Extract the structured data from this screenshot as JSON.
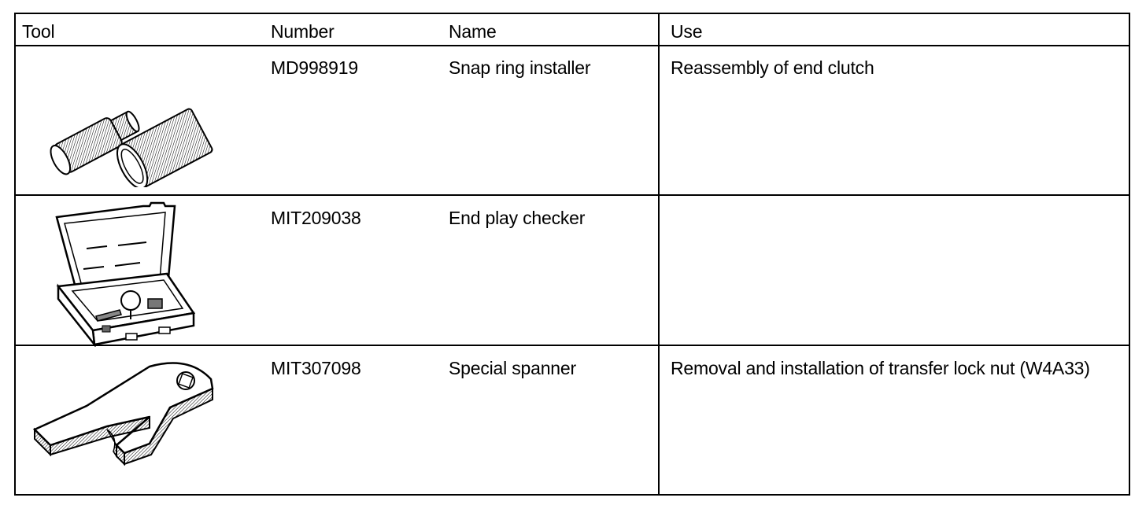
{
  "table": {
    "headers": {
      "tool": "Tool",
      "number": "Number",
      "name": "Name",
      "use": "Use"
    },
    "rows": [
      {
        "tool_icon": "snap-ring-installer-illustration",
        "number": "MD998919",
        "name": "Snap ring installer",
        "use": "Reassembly of end clutch"
      },
      {
        "tool_icon": "end-play-checker-case-illustration",
        "number": "MIT209038",
        "name": "End play checker",
        "use": ""
      },
      {
        "tool_icon": "special-spanner-illustration",
        "number": "MIT307098",
        "name": "Special spanner",
        "use": "Removal and installation of transfer lock nut (W4A33)"
      }
    ]
  }
}
